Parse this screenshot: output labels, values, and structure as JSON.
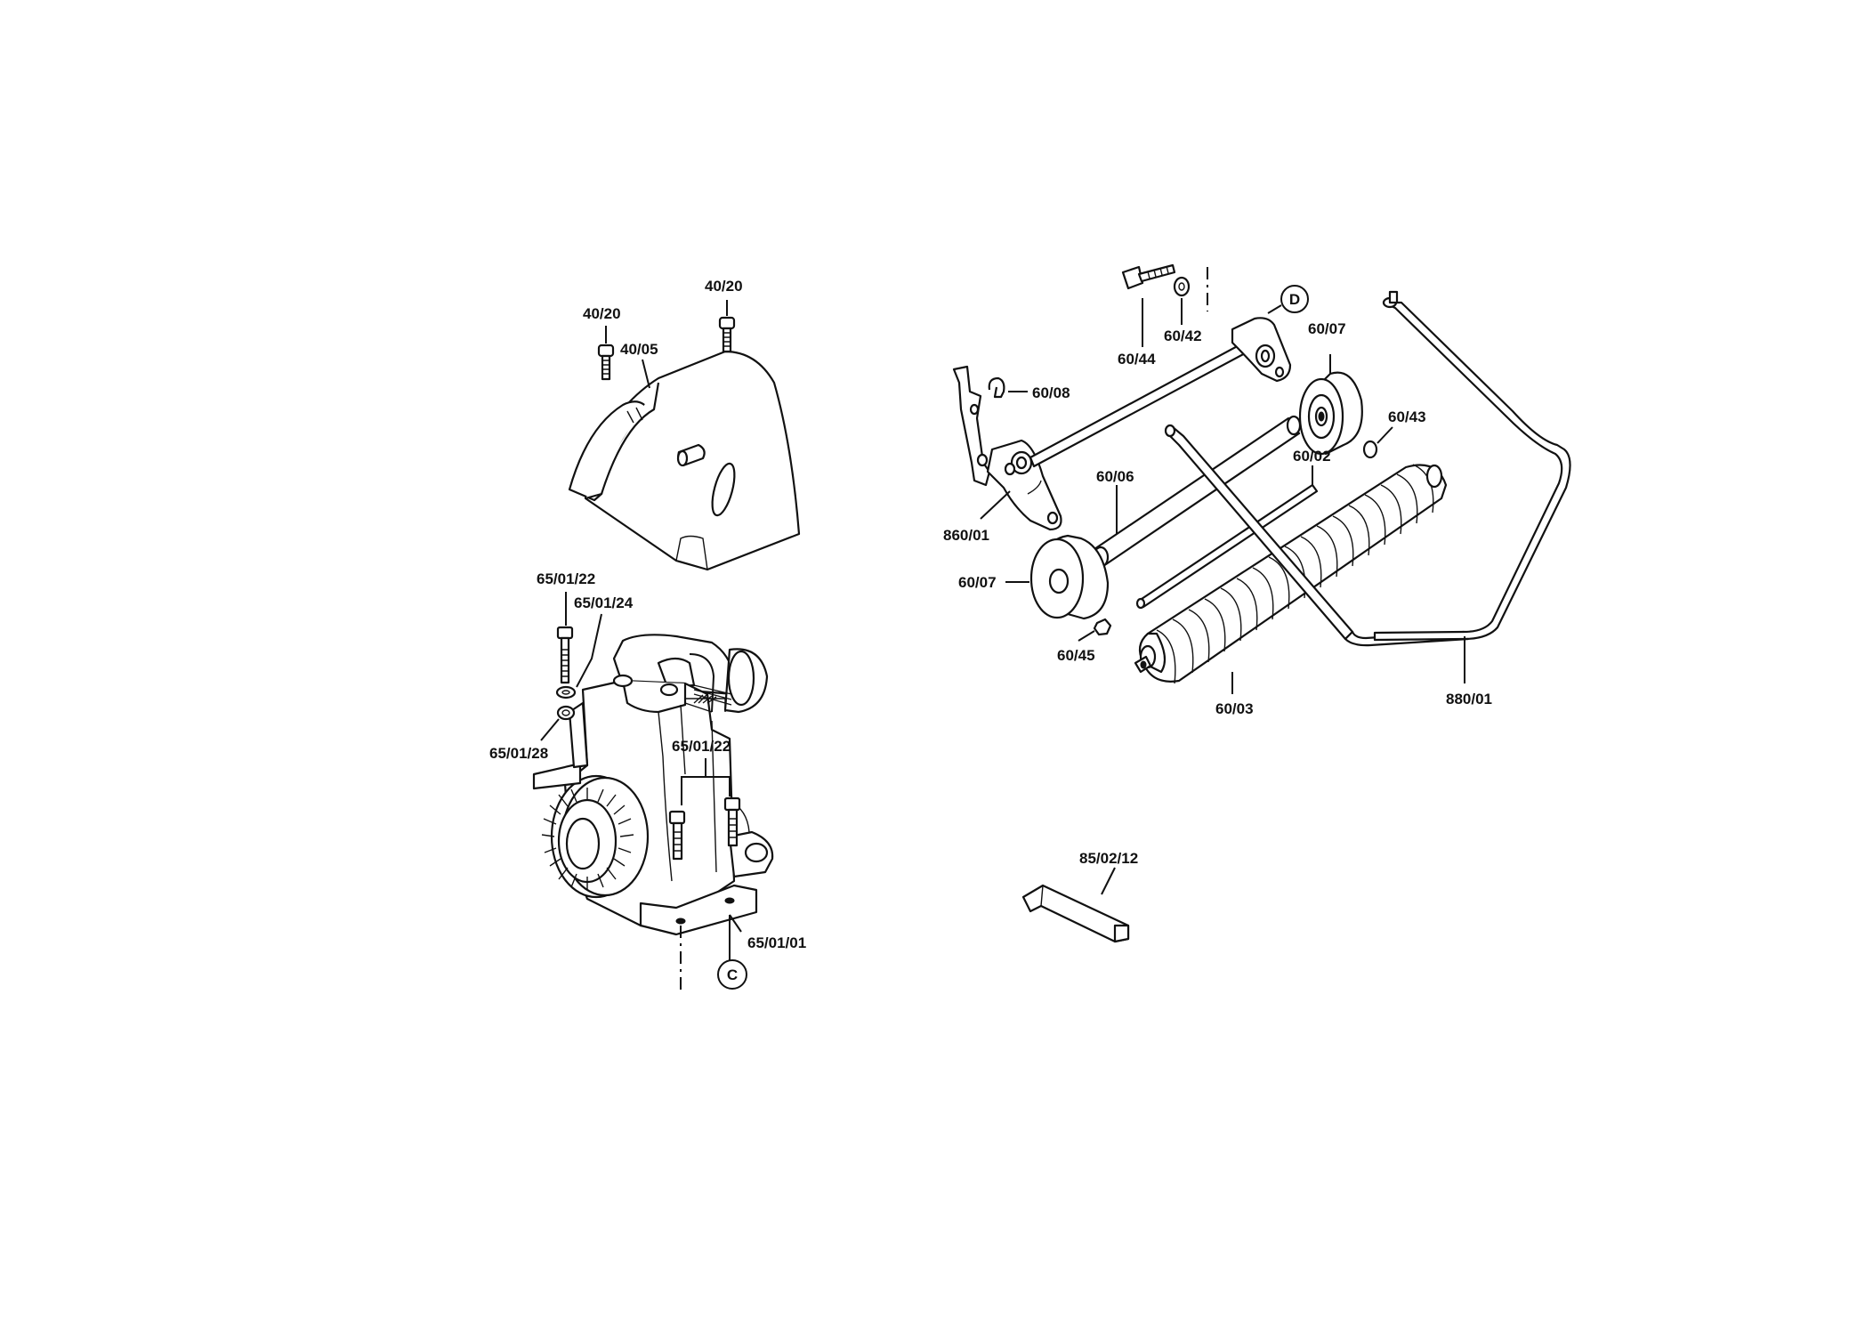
{
  "diagram": {
    "part_labels": {
      "p40_20_a": "40/20",
      "p40_20_b": "40/20",
      "p40_05": "40/05",
      "p65_01_22_a": "65/01/22",
      "p65_01_24": "65/01/24",
      "p65_01_28": "65/01/28",
      "p65_01_22_b": "65/01/22",
      "p65_01_01": "65/01/01",
      "p60_44": "60/44",
      "p60_42": "60/42",
      "p60_07_a": "60/07",
      "p60_08": "60/08",
      "p60_43": "60/43",
      "p60_02": "60/02",
      "p60_06": "60/06",
      "p860_01": "860/01",
      "p60_07_b": "60/07",
      "p60_45": "60/45",
      "p60_03": "60/03",
      "p880_01": "880/01",
      "p85_02_12": "85/02/12"
    },
    "reference_markers": {
      "c": "C",
      "d": "D"
    }
  }
}
